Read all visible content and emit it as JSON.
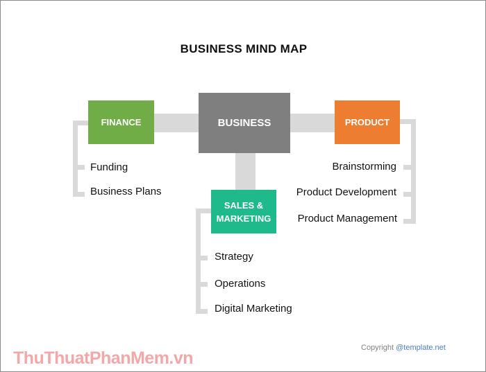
{
  "diagram": {
    "title": "BUSINESS MIND MAP",
    "center": {
      "label": "BUSINESS",
      "color": "#7f7f7f"
    },
    "branches": {
      "finance": {
        "label": "FINANCE",
        "color": "#70ad47",
        "items": [
          "Funding",
          "Business Plans"
        ]
      },
      "product": {
        "label": "PRODUCT",
        "color": "#ed7d31",
        "items": [
          "Brainstorming",
          "Product Development",
          "Product Management"
        ]
      },
      "sales": {
        "label_line1": "SALES &",
        "label_line2": "MARKETING",
        "color": "#1fba8c",
        "items": [
          "Strategy",
          "Operations",
          "Digital Marketing"
        ]
      }
    },
    "connector_color": "#d9d9d9"
  },
  "footer": {
    "copyright_prefix": "Copyright ",
    "copyright_link": "@template.net",
    "watermark": "ThuThuatPhanMem.vn"
  }
}
